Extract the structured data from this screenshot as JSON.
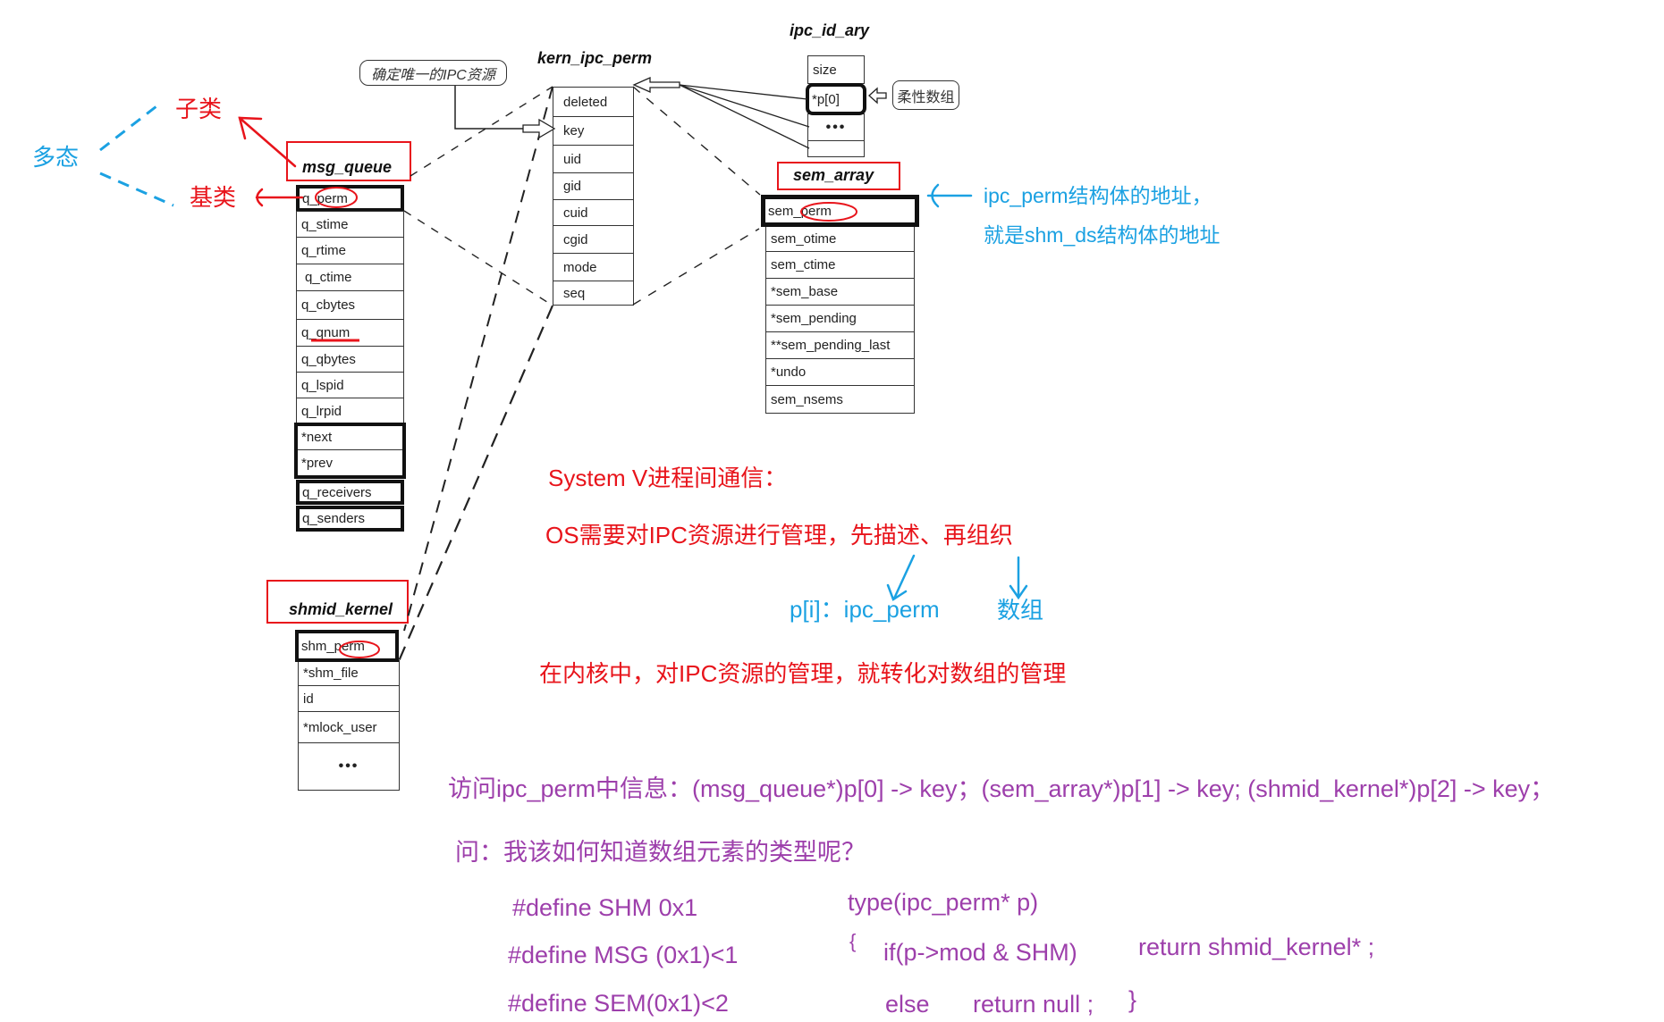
{
  "colors": {
    "red": "#e8141b",
    "blue": "#1ba1e2",
    "purple": "#9d3fab"
  },
  "polymorphism": {
    "label": "多态",
    "subclass": "子类",
    "base_class": "基类"
  },
  "callouts": {
    "unique_ipc": "确定唯一的IPC资源",
    "flexible_array": "柔性数组",
    "address_note_line1": "ipc_perm结构体的地址，",
    "address_note_line2": "就是shm_ds结构体的地址"
  },
  "structs": {
    "msg_queue": {
      "title": "msg_queue",
      "fields": [
        "q_perm",
        "q_stime",
        "q_rtime",
        "q_ctime",
        "q_cbytes",
        "q_qnum",
        "q_qbytes",
        "q_lspid",
        "q_lrpid",
        "*next",
        "*prev",
        "q_receivers",
        "q_senders"
      ]
    },
    "kern_ipc_perm": {
      "title": "kern_ipc_perm",
      "fields": [
        "deleted",
        "key",
        "uid",
        "gid",
        "cuid",
        "cgid",
        "mode",
        "seq"
      ]
    },
    "ipc_id_ary": {
      "title": "ipc_id_ary",
      "fields": [
        "size",
        "*p[0]",
        "•••",
        ""
      ]
    },
    "sem_array": {
      "title": "sem_array",
      "fields": [
        "sem_perm",
        "sem_otime",
        "sem_ctime",
        "*sem_base",
        "*sem_pending",
        "**sem_pending_last",
        "*undo",
        "sem_nsems"
      ]
    },
    "shmid_kernel": {
      "title": "shmid_kernel",
      "fields": [
        "shm_perm",
        "*shm_file",
        "id",
        "*mlock_user",
        "•••"
      ]
    }
  },
  "notes": {
    "sysv_title": "System V进程间通信：",
    "describe_organize": "OS需要对IPC资源进行管理，先描述、再组织",
    "describe_maps_to": "p[i]：ipc_perm",
    "organize_maps_to": "数组",
    "kernel_summary": "在内核中，对IPC资源的管理，就转化对数组的管理"
  },
  "code_notes": {
    "access": "访问ipc_perm中信息：(msg_queue*)p[0] -> key；(sem_array*)p[1] -> key;  (shmid_kernel*)p[2] -> key；",
    "question": "问：我该如何知道数组元素的类型呢？",
    "defines": [
      "#define SHM 0x1",
      "#define MSG (0x1)<1",
      "#define SEM(0x1)<2"
    ],
    "type_fn": {
      "signature": "type(ipc_perm* p)",
      "open_brace": "{",
      "if_cond": "if(p->mod & SHM)",
      "if_return": "return shmid_kernel* ;",
      "else_kw": "else",
      "else_return": "return null ;",
      "close_brace": "}"
    }
  }
}
